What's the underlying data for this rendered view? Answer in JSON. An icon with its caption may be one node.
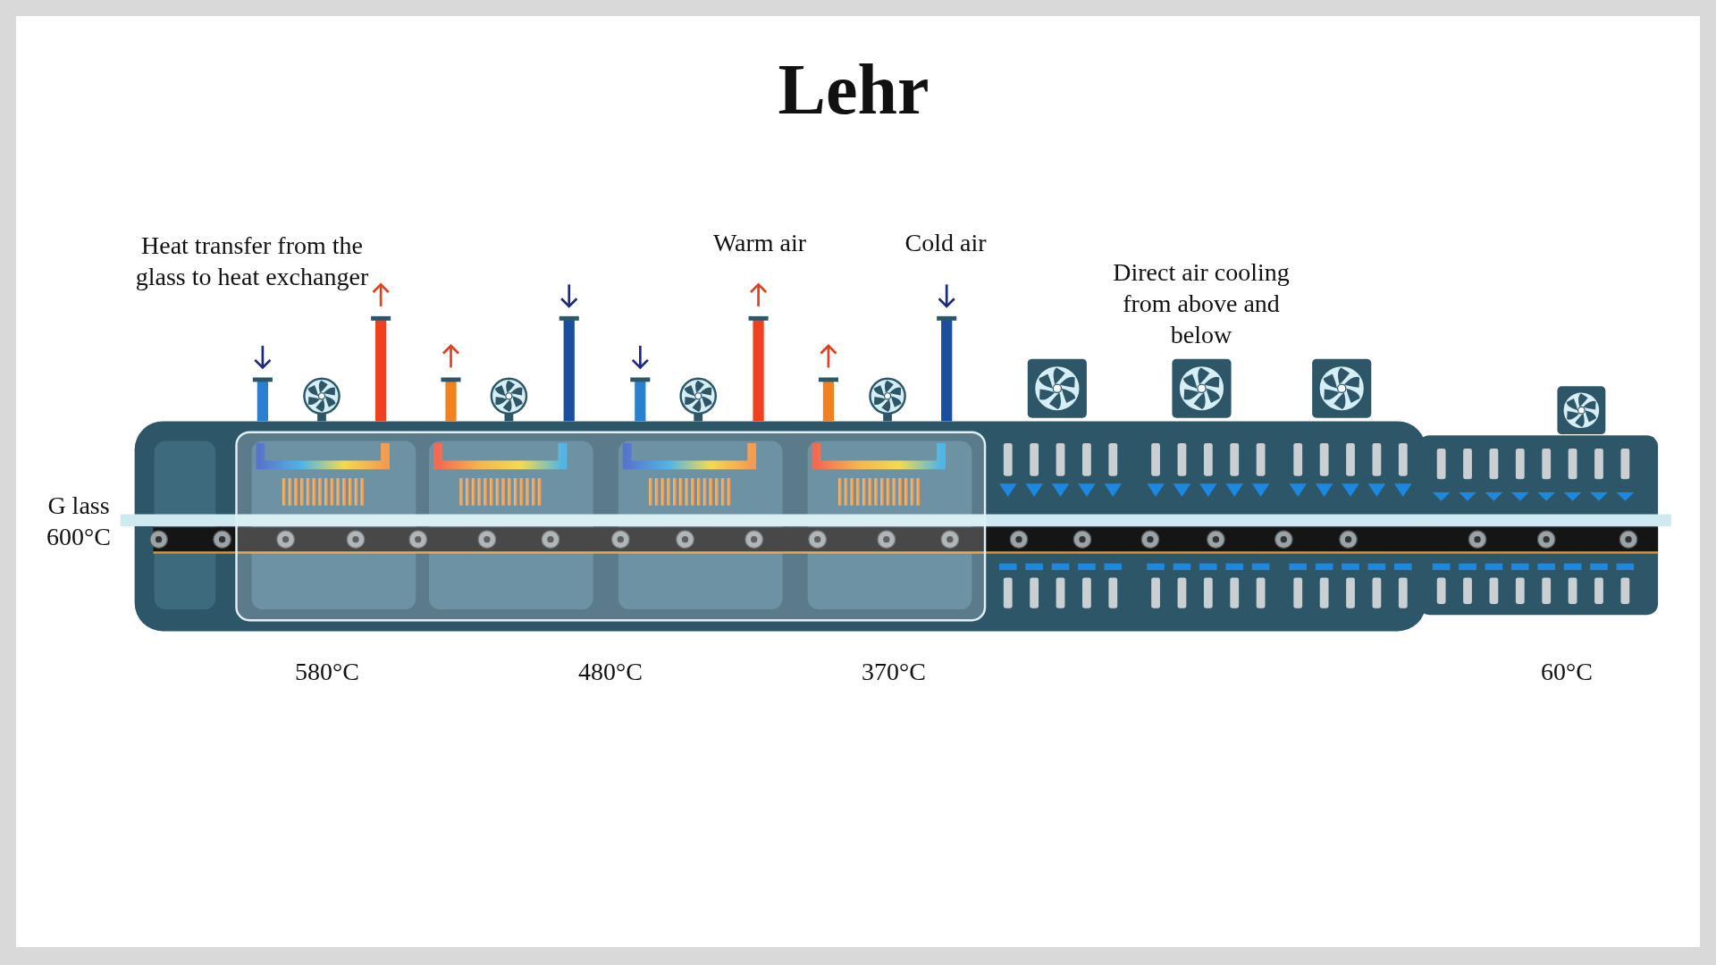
{
  "diagram": {
    "title": "Lehr",
    "labels": [
      "Heat transfer from the glass to heat exchanger",
      "Warm air",
      "Cold air",
      "Direct air cooling from above and below",
      "G lass 600°C",
      "580°C",
      "480°C",
      "370°C",
      "60°C"
    ]
  }
}
